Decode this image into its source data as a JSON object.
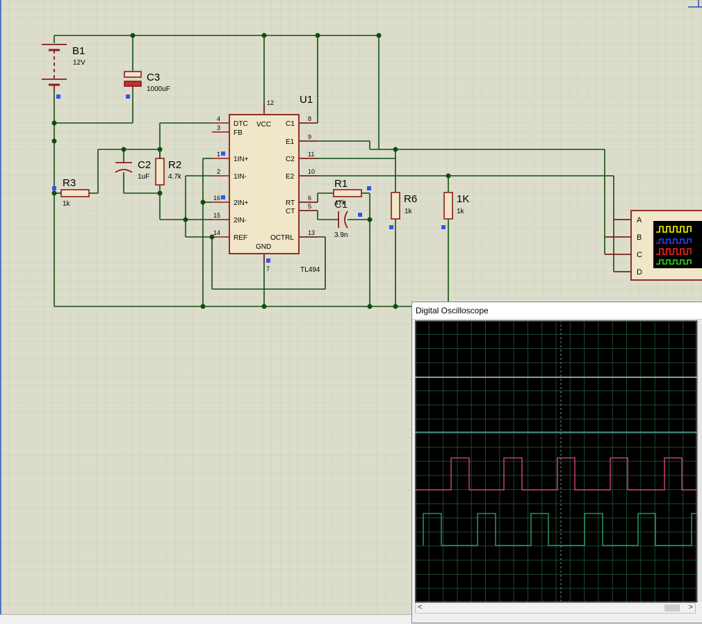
{
  "schematic": {
    "battery": {
      "ref": "B1",
      "value": "12V"
    },
    "c3": {
      "ref": "C3",
      "value": "1000uF"
    },
    "c2": {
      "ref": "C2",
      "value": "1uF"
    },
    "c1": {
      "ref": "C1",
      "value": "3.9n"
    },
    "r1": {
      "ref": "R1",
      "value": "47k"
    },
    "r2": {
      "ref": "R2",
      "value": "4.7k"
    },
    "r3": {
      "ref": "R3",
      "value": "1k"
    },
    "r6": {
      "ref": "R6",
      "value": "1k"
    },
    "r_load": {
      "ref": "1K",
      "value": "1k"
    },
    "ic": {
      "ref": "U1",
      "part": "TL494",
      "left_pins": [
        {
          "num": "4",
          "name": "DTC"
        },
        {
          "num": "3",
          "name": "FB"
        },
        {
          "num": "1",
          "name": "1IN+"
        },
        {
          "num": "2",
          "name": "1IN-"
        },
        {
          "num": "16",
          "name": "2IN+"
        },
        {
          "num": "15",
          "name": "2IN-"
        },
        {
          "num": "14",
          "name": "REF"
        }
      ],
      "right_pins": [
        {
          "num": "8",
          "name": "C1"
        },
        {
          "num": "9",
          "name": "E1"
        },
        {
          "num": "11",
          "name": "C2"
        },
        {
          "num": "10",
          "name": "E2"
        },
        {
          "num": "6",
          "name": "RT"
        },
        {
          "num": "5",
          "name": "CT"
        },
        {
          "num": "13",
          "name": "OCTRL"
        }
      ],
      "top_pin": {
        "num": "12",
        "name": "VCC"
      },
      "bottom_pin": {
        "num": "7",
        "name": "GND"
      }
    },
    "scope_inputs": [
      "A",
      "B",
      "C",
      "D"
    ]
  },
  "oscilloscope": {
    "title": "Digital Oscilloscope",
    "scroll_left": "<",
    "scroll_right": ">",
    "colors": {
      "bg": "#000000",
      "grid": "#1b4a2a",
      "trace_a": "#d9d9d9",
      "trace_b": "#6fc0c0",
      "trace_c": "#e0507a",
      "trace_d": "#2fb070"
    }
  }
}
